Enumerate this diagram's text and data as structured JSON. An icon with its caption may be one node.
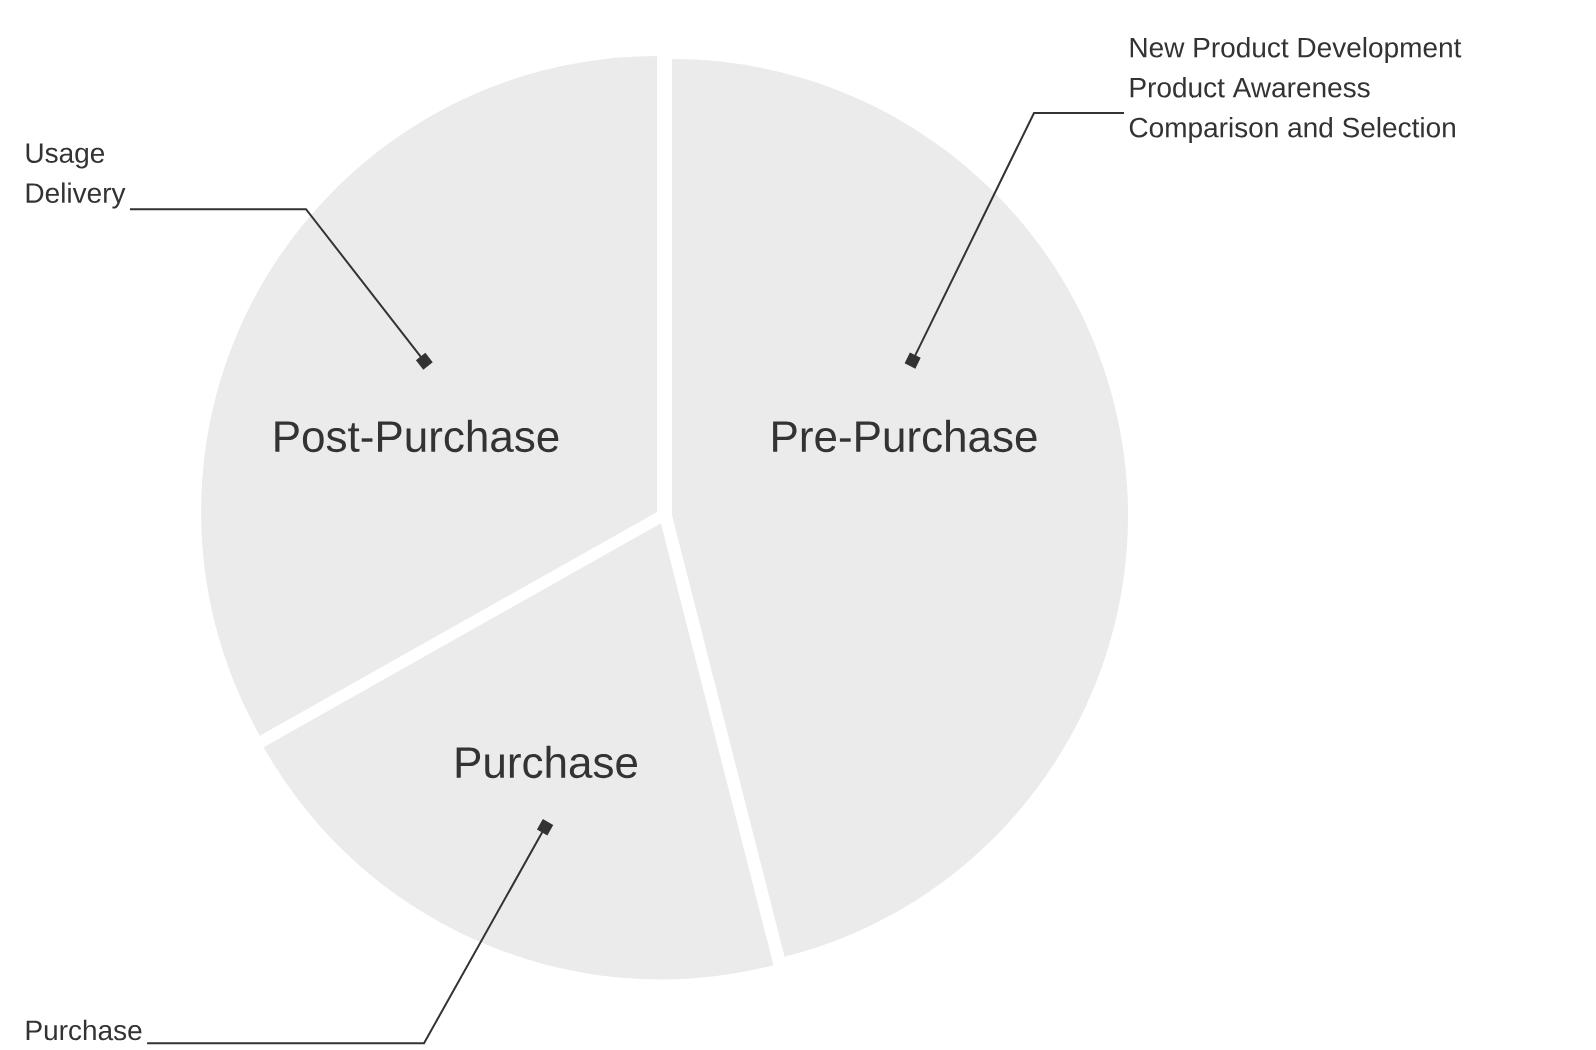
{
  "diagram": {
    "nodes": [
      {
        "text": [
          "Usage",
          "Delivery"
        ]
      },
      {
        "text": [
          "New Product Development",
          "Product Awareness",
          "Comparison and Selection"
        ]
      },
      {
        "text": [
          "Post-Purchase"
        ]
      },
      {
        "text": [
          "Pre-Purchase"
        ]
      },
      {
        "text": [
          "Purchase"
        ]
      },
      {
        "text": [
          "Purchase"
        ]
      }
    ],
    "edges": [
      {
        "from": 0,
        "to": 2,
        "arrow": "other"
      },
      {
        "from": 1,
        "to": 3,
        "arrow": "other"
      },
      {
        "from": 5,
        "to": 4,
        "arrow": "other"
      }
    ]
  }
}
